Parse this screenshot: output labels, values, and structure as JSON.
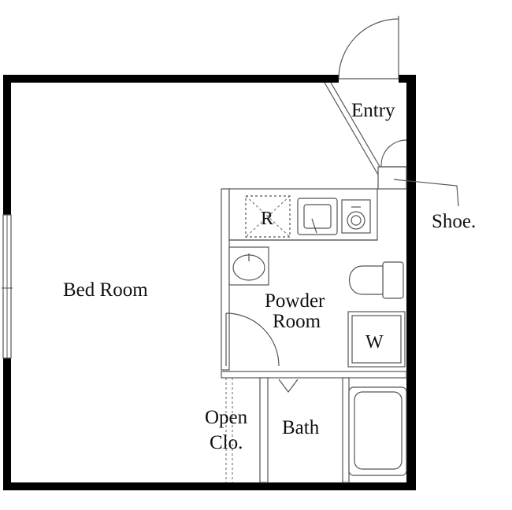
{
  "rooms": {
    "entry": "Entry",
    "shoe": "Shoe.",
    "bed_room": "Bed Room",
    "powder_room_line1": "Powder",
    "powder_room_line2": "Room",
    "bath": "Bath",
    "open_closet_line1": "Open",
    "open_closet_line2": "Clo."
  },
  "fixtures": {
    "refrigerator": "R",
    "washer": "W"
  },
  "colors": {
    "wall": "#000000",
    "fixture_line": "#555555"
  }
}
